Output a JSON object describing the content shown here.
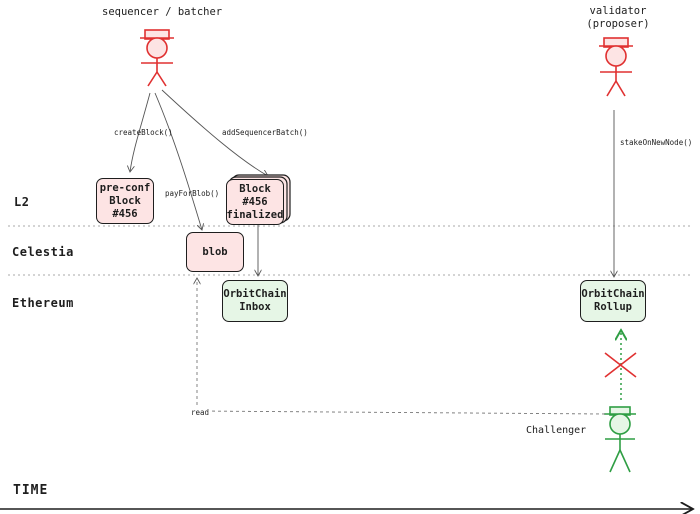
{
  "actors": {
    "sequencer": {
      "label": "sequencer /  batcher"
    },
    "validator": {
      "line1": "validator",
      "line2": "(proposer)"
    },
    "challenger": {
      "label": "Challenger"
    }
  },
  "layers": {
    "l2": "L2",
    "celestia": "Celestia",
    "ethereum": "Ethereum"
  },
  "boxes": {
    "preconf": {
      "line1": "pre-conf",
      "line2": "Block",
      "line3": "#456"
    },
    "finalized": {
      "line1": "Block",
      "line2": "#456",
      "line3": "finalized"
    },
    "blob": {
      "label": "blob"
    },
    "inbox": {
      "line1": "OrbitChain",
      "line2": "Inbox"
    },
    "rollup": {
      "line1": "OrbitChain",
      "line2": "Rollup"
    }
  },
  "edges": {
    "create_block": "createBlock()",
    "pay_for_blob": "payForBlob()",
    "add_sequencer_batch": "addSequencerBatch()",
    "stake": "stakeOnNewNode()",
    "read": "read"
  },
  "axis": {
    "time": "TIME"
  },
  "colors": {
    "red": "#e03131",
    "green": "#2f9e44",
    "pink_fill": "#fde4e4",
    "green_fill": "#e6f6e6",
    "ink": "#1e1e1e"
  }
}
